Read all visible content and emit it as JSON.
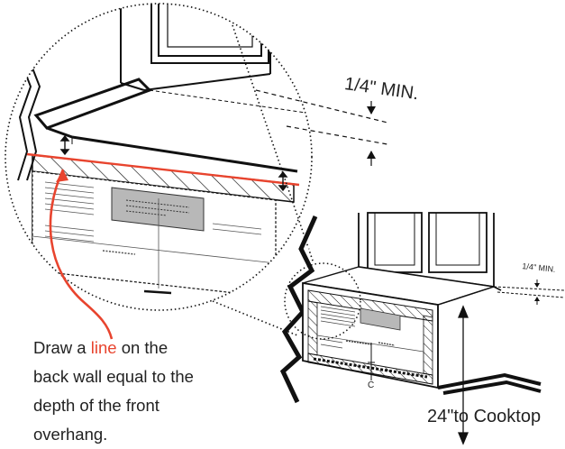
{
  "labels": {
    "min_gap_large": "1/4\" MIN.",
    "min_gap_small": "1/4\" MIN.",
    "distance": "24\"",
    "distance_suffix": "to Cooktop",
    "center_mark": "C"
  },
  "instruction": {
    "before": "Draw a ",
    "highlight": "line",
    "after_line1": " on the",
    "line2": "back wall equal to the",
    "line3": "depth of the front",
    "line4": "overhang."
  },
  "colors": {
    "accent": "#e8442e",
    "ink": "#111111",
    "panel": "#b8b8b8"
  }
}
